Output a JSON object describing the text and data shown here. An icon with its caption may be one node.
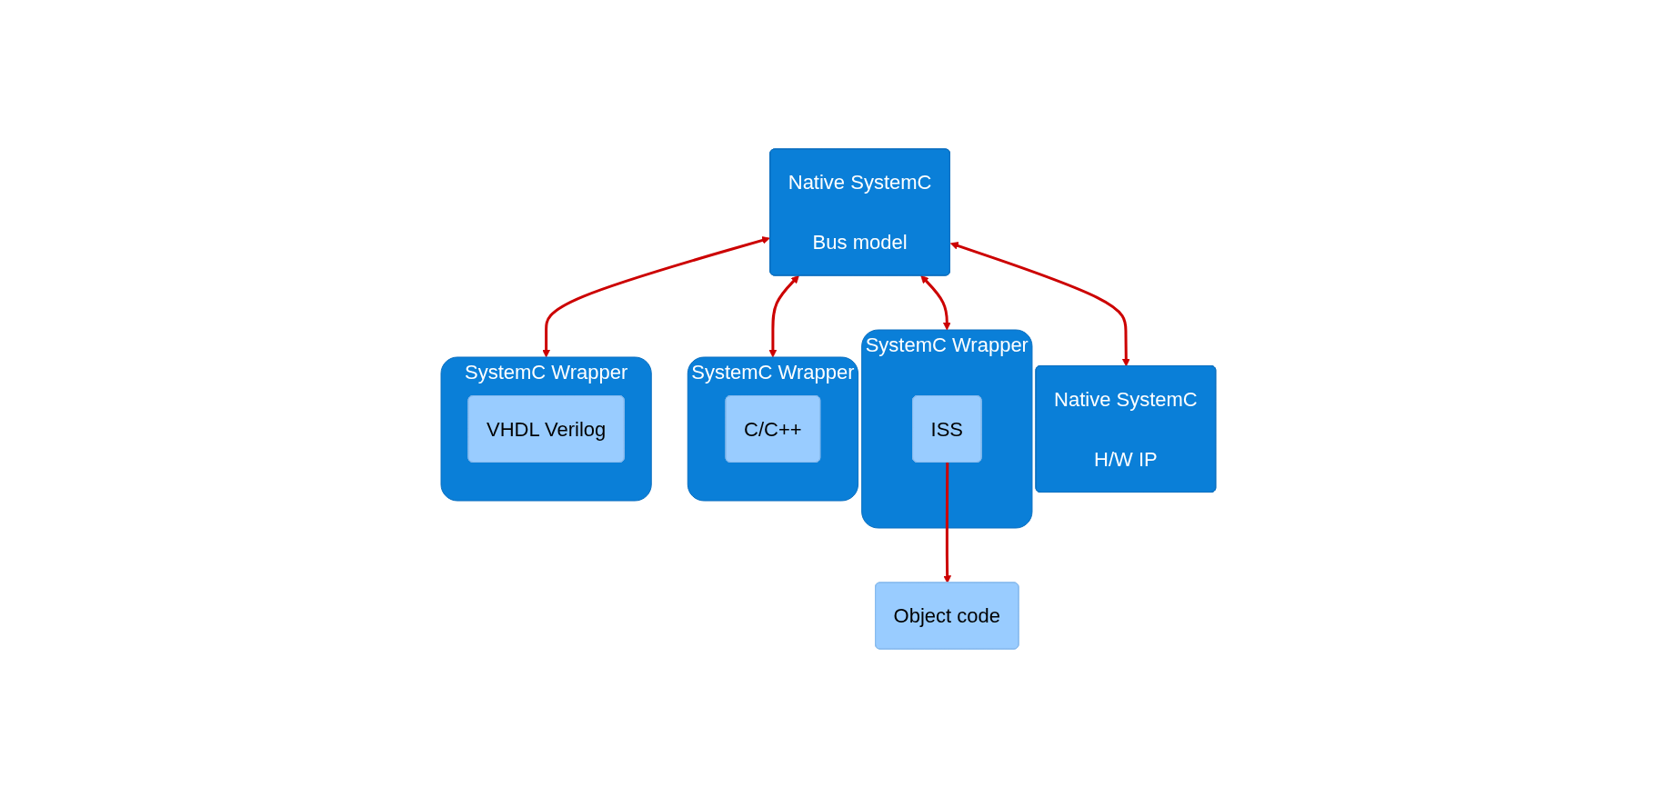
{
  "diagram": {
    "nodes": [
      {
        "text": [
          "Native SystemC",
          "Bus model"
        ]
      },
      {
        "text": [
          "SystemC Wrapper"
        ]
      },
      {
        "text": [
          "ISS"
        ],
        "in": 1
      },
      {
        "text": [
          "SystemC Wrapper"
        ]
      },
      {
        "text": [
          "C/C++"
        ],
        "in": 3
      },
      {
        "text": [
          "SystemC Wrapper"
        ]
      },
      {
        "text": [
          "VHDL Verilog"
        ],
        "in": 5
      },
      {
        "text": [
          "Native SystemC",
          "H/W IP"
        ]
      },
      {
        "text": [
          "Object code"
        ]
      }
    ],
    "edges": [
      {
        "from": 0,
        "to": 1,
        "arrow": "both",
        "color": "#cc0000"
      },
      {
        "from": 0,
        "to": 3,
        "arrow": "both",
        "color": "#cc0000"
      },
      {
        "from": 0,
        "to": 5,
        "arrow": "both",
        "color": "#cc0000"
      },
      {
        "from": 0,
        "to": 7,
        "arrow": "both",
        "color": "#cc0000"
      },
      {
        "from": 2,
        "to": 8,
        "arrow": "to",
        "color": "#cc0000"
      }
    ]
  }
}
